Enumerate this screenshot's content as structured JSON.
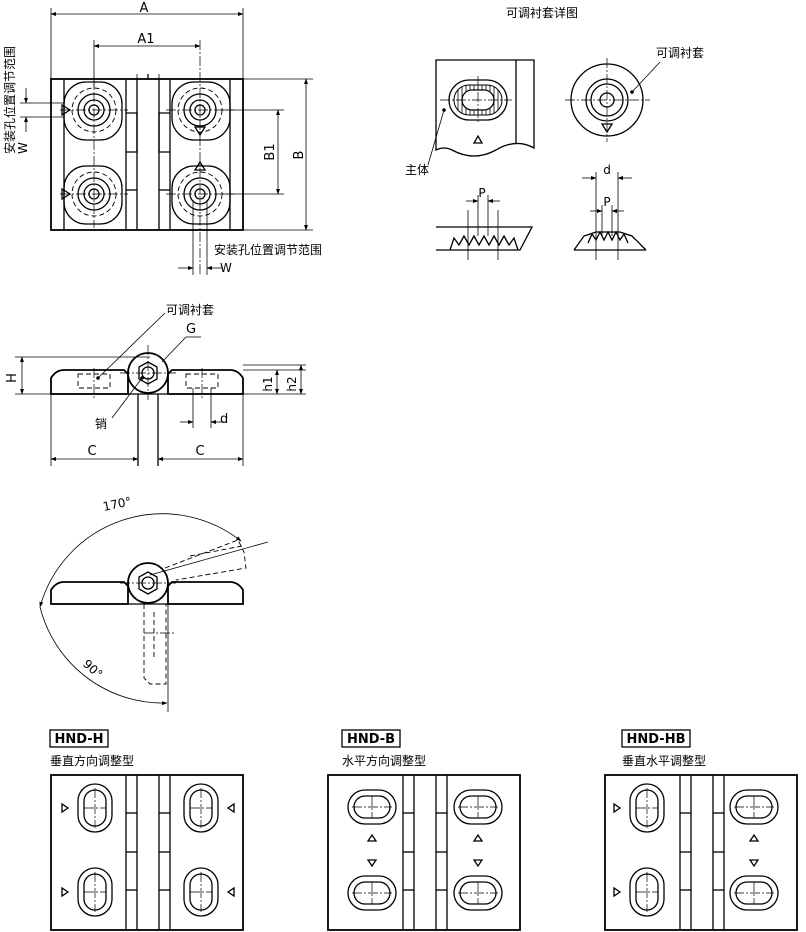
{
  "top_view": {
    "dim_A": "A",
    "dim_A1": "A1",
    "dim_B": "B",
    "dim_B1": "B1",
    "range_label_left": "安装孔位置调节范围",
    "w_left": "W",
    "range_label_right": "安装孔位置调节范围",
    "w_right": "W"
  },
  "detail": {
    "title": "可调衬套详图",
    "bushing_label": "可调衬套",
    "body_label": "主体",
    "p_left": "P",
    "d_label": "d",
    "p_right": "P"
  },
  "side_view": {
    "bushing_label": "可调衬套",
    "g_label": "G",
    "h_label": "H",
    "h1_label": "h1",
    "h2_label": "h2",
    "pin_label": "销",
    "d_label": "d",
    "c_left": "C",
    "c_right": "C"
  },
  "rotation_view": {
    "angle_top": "170°",
    "angle_bottom": "90°"
  },
  "variants": [
    {
      "code": "HND-H",
      "desc": "垂直方向调整型"
    },
    {
      "code": "HND-B",
      "desc": "水平方向调整型"
    },
    {
      "code": "HND-HB",
      "desc": "垂直水平调整型"
    }
  ]
}
